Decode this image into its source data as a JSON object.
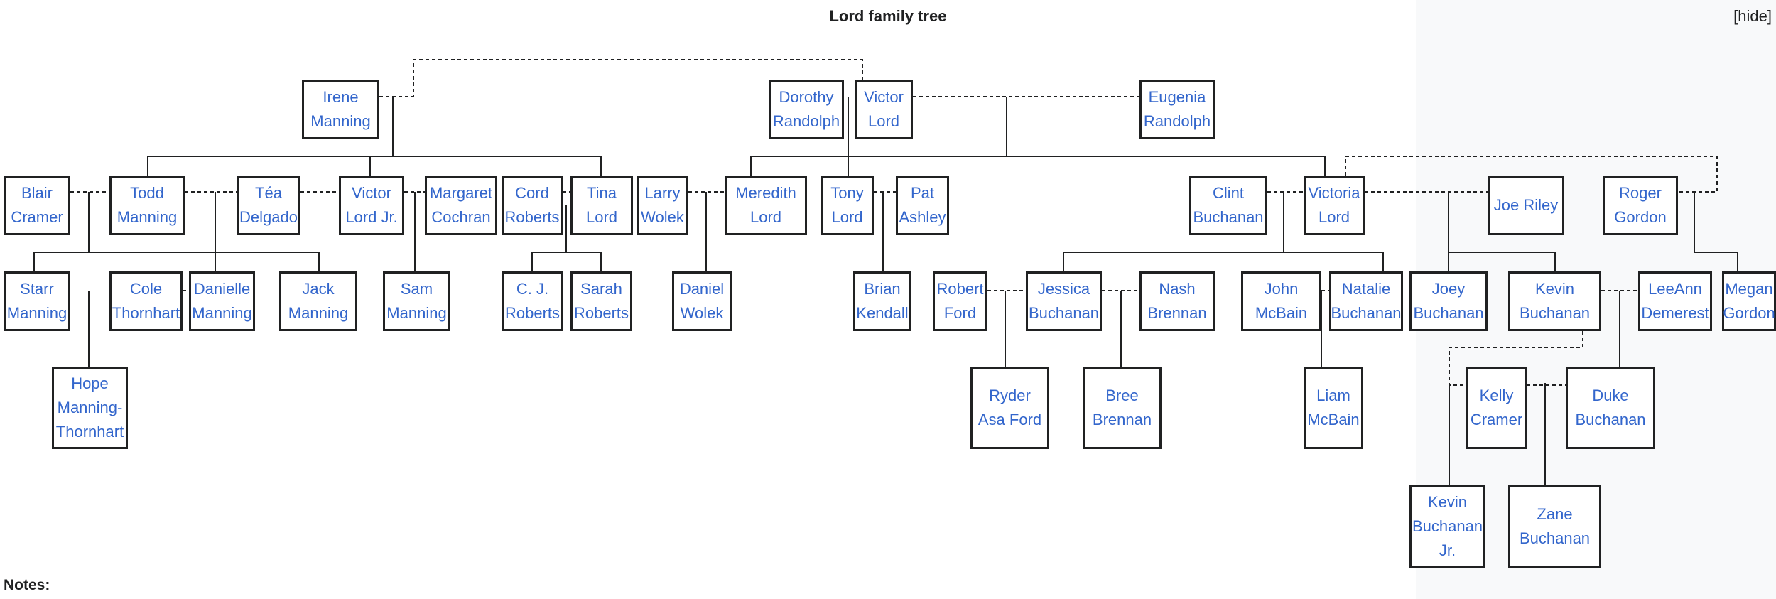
{
  "title": "Lord family tree",
  "hide_label": "[hide]",
  "notes_label": "Notes:",
  "colors": {
    "link": "#3366cc",
    "border": "#202122",
    "sidebar": "#f8f9fa"
  },
  "people": {
    "irene": [
      "Irene",
      "Manning"
    ],
    "dorothy": [
      "Dorothy",
      "Randolph"
    ],
    "victor": [
      "Victor",
      "Lord"
    ],
    "eugenia": [
      "Eugenia",
      "Randolph"
    ],
    "blair": [
      "Blair",
      "Cramer"
    ],
    "todd": [
      "Todd",
      "Manning"
    ],
    "tea": [
      "Téa",
      "Delgado"
    ],
    "victorjr": [
      "Victor",
      "Lord Jr."
    ],
    "margaret": [
      "Margaret",
      "Cochran"
    ],
    "cord": [
      "Cord",
      "Roberts"
    ],
    "tina": [
      "Tina",
      "Lord"
    ],
    "larry": [
      "Larry",
      "Wolek"
    ],
    "meredith": [
      "Meredith",
      "Lord"
    ],
    "tony": [
      "Tony",
      "Lord"
    ],
    "pat": [
      "Pat",
      "Ashley"
    ],
    "clint": [
      "Clint",
      "Buchanan"
    ],
    "victoria": [
      "Victoria",
      "Lord"
    ],
    "joe": [
      "Joe Riley"
    ],
    "roger": [
      "Roger",
      "Gordon"
    ],
    "starr": [
      "Starr",
      "Manning"
    ],
    "cole": [
      "Cole",
      "Thornhart"
    ],
    "danielle": [
      "Danielle",
      "Manning"
    ],
    "jack": [
      "Jack",
      "Manning"
    ],
    "sam": [
      "Sam",
      "Manning"
    ],
    "cj": [
      "C. J.",
      "Roberts"
    ],
    "sarah": [
      "Sarah",
      "Roberts"
    ],
    "daniel": [
      "Daniel",
      "Wolek"
    ],
    "brian": [
      "Brian",
      "Kendall"
    ],
    "robert": [
      "Robert",
      "Ford"
    ],
    "jessica": [
      "Jessica",
      "Buchanan"
    ],
    "nash": [
      "Nash",
      "Brennan"
    ],
    "john": [
      "John",
      "McBain"
    ],
    "natalie": [
      "Natalie",
      "Buchanan"
    ],
    "joey": [
      "Joey",
      "Buchanan"
    ],
    "kevin": [
      "Kevin",
      "Buchanan"
    ],
    "leeann": [
      "LeeAnn",
      "Demerest"
    ],
    "megan": [
      "Megan",
      "Gordon"
    ],
    "hope": [
      "Hope",
      "Manning-",
      "Thornhart"
    ],
    "ryder": [
      "Ryder",
      "Asa Ford"
    ],
    "bree": [
      "Bree",
      "Brennan"
    ],
    "liam": [
      "Liam",
      "McBain"
    ],
    "kelly": [
      "Kelly",
      "Cramer"
    ],
    "duke": [
      "Duke",
      "Buchanan"
    ],
    "kevinjr": [
      "Kevin",
      "Buchanan",
      "Jr."
    ],
    "zane": [
      "Zane",
      "Buchanan"
    ]
  }
}
